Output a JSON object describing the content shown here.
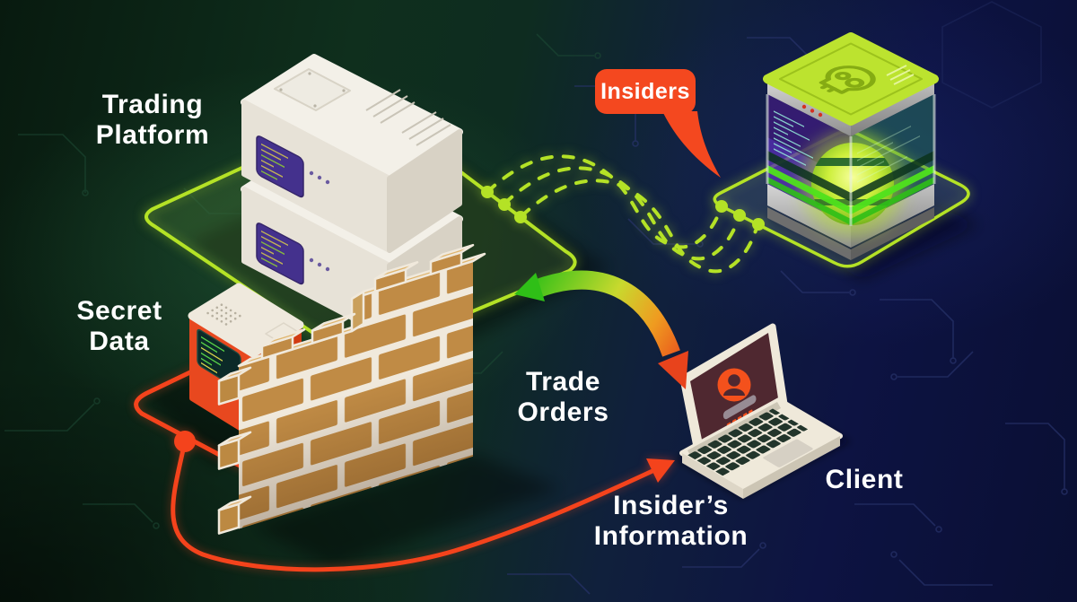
{
  "labels": {
    "trading_platform": "Trading\nPlatform",
    "secret_data": "Secret\nData",
    "insiders": "Insiders",
    "trade_orders": "Trade\nOrders",
    "insiders_information": "Insider’s\nInformation",
    "client": "Client"
  },
  "colors": {
    "background_green": "#0f2f1d",
    "background_navy": "#0d1342",
    "lime_accent": "#b4e226",
    "alert_orange": "#f4431c",
    "brick": "#c08b45",
    "mortar": "#f0e9dc",
    "server_body": "#efebe1",
    "server_screen_purple": "#44318d",
    "hacker_top_lime": "#bce32f",
    "laptop_screen_maroon": "#4f2830",
    "label_text": "#ffffff"
  },
  "icons": {
    "skull": "skull-icon",
    "user_avatar": "user-avatar-icon",
    "speaker_grill": "speaker-grill-icon"
  }
}
